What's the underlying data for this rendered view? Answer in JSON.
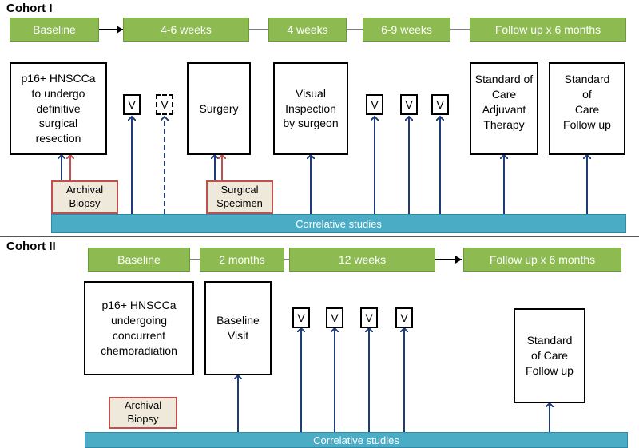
{
  "cohort1": {
    "title": "Cohort I",
    "timeline": [
      "Baseline",
      "4-6 weeks",
      "4 weeks",
      "6-9  weeks",
      "Follow up x 6 months"
    ],
    "boxes": {
      "p16": "p16+ HNSCCa\nto undergo\ndefinitive\nsurgical\nresection",
      "surgery": "Surgery",
      "visual": "Visual\nInspection\nby surgeon",
      "adjuvant": "Standard of\nCare\nAdjuvant\nTherapy",
      "followup": "Standard\nof\nCare\nFollow up"
    },
    "visits": [
      "V",
      "V",
      "V",
      "V",
      "V"
    ],
    "archival": "Archival\nBiopsy",
    "specimen": "Surgical\nSpecimen",
    "correlative": "Correlative studies"
  },
  "cohort2": {
    "title": "Cohort II",
    "timeline": [
      "Baseline",
      "2 months",
      "12 weeks",
      "Follow up x 6 months"
    ],
    "boxes": {
      "p16": "p16+ HNSCCa\nundergoing\nconcurrent\nchemoradiation",
      "baseline_visit": "Baseline\nVisit",
      "followup": "Standard\nof Care\nFollow up"
    },
    "visits": [
      "V",
      "V",
      "V",
      "V"
    ],
    "archival": "Archival\nBiopsy",
    "correlative": "Correlative studies"
  },
  "colors": {
    "timeline_green": "#8dbb52",
    "bar_blue": "#4bacc6",
    "arrow_blue": "#1f3c7a",
    "arrow_red": "#c0504d",
    "biopsy_fill": "#efe9dc"
  }
}
